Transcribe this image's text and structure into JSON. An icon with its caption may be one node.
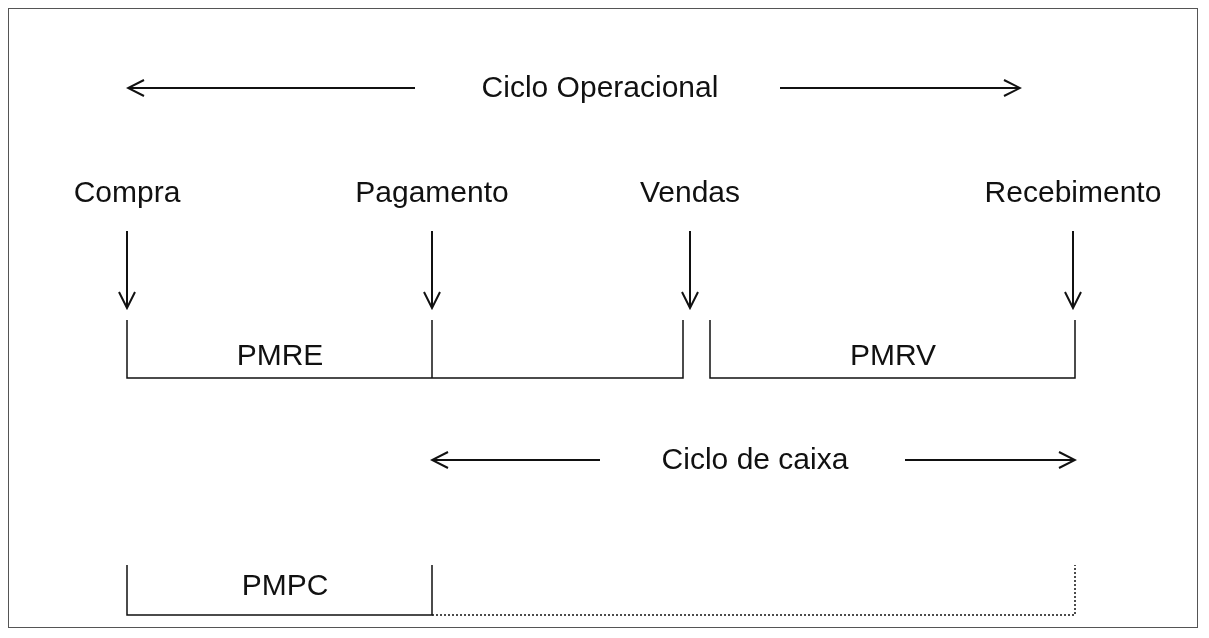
{
  "diagram": {
    "nodes": [
      {
        "text": [
          "Compra"
        ]
      },
      {
        "text": [
          "Pagamento"
        ]
      },
      {
        "text": [
          "Vendas"
        ]
      },
      {
        "text": [
          "Recebimento"
        ]
      }
    ],
    "edges": [
      {
        "from": 0,
        "to": null,
        "arrow": "to"
      },
      {
        "from": 1,
        "to": null,
        "arrow": "to"
      },
      {
        "from": 2,
        "to": null,
        "arrow": "to"
      },
      {
        "from": 3,
        "to": null,
        "arrow": "to"
      }
    ],
    "labels": [
      "Ciclo Operacional",
      "PMRE",
      "PMRV",
      "Ciclo de caixa",
      "PMPC"
    ]
  }
}
